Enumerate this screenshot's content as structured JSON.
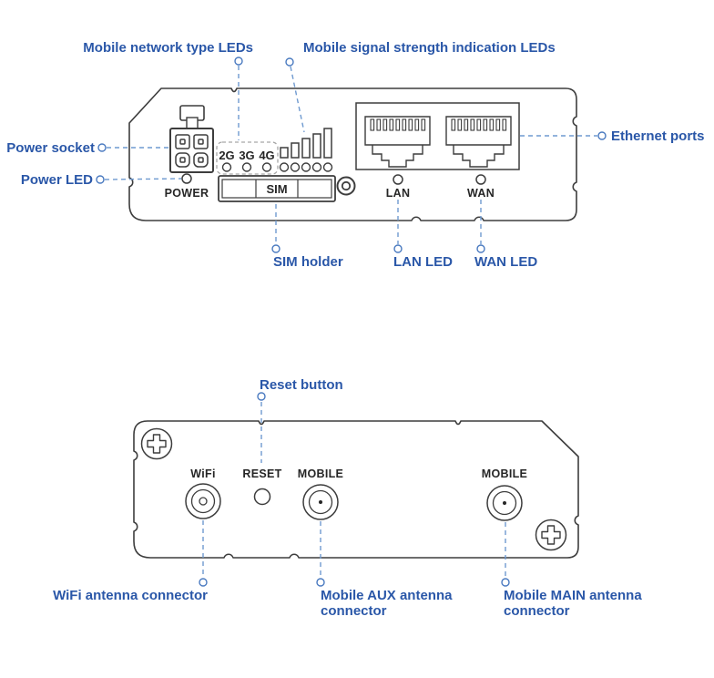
{
  "colors": {
    "callout_blue": "#2a57a8",
    "leader_blue": "#6f9ad0",
    "outline_gray": "#3d3d3d",
    "panel_text": "#262626",
    "led_box_dash": "#a6a6a6"
  },
  "front_panel": {
    "callouts": {
      "mobile_network_type": "Mobile network type LEDs",
      "mobile_signal_strength": "Mobile signal strength indication LEDs",
      "power_socket": "Power socket",
      "power_led": "Power LED",
      "ethernet_ports": "Ethernet ports",
      "sim_holder": "SIM holder",
      "lan_led": "LAN LED",
      "wan_led": "WAN LED"
    },
    "labels": {
      "power": "POWER",
      "sim": "SIM",
      "lan": "LAN",
      "wan": "WAN"
    },
    "network_types": [
      "2G",
      "3G",
      "4G"
    ],
    "signal_bars": 5,
    "signal_leds": 5
  },
  "back_panel": {
    "callouts": {
      "reset_button": "Reset button",
      "wifi_antenna": "WiFi antenna connector",
      "mobile_aux_line1": "Mobile AUX antenna",
      "mobile_aux_line2": "connector",
      "mobile_main_line1": "Mobile MAIN antenna",
      "mobile_main_line2": "connector"
    },
    "labels": {
      "wifi": "WiFi",
      "reset": "RESET",
      "mobile_aux": "MOBILE",
      "mobile_main": "MOBILE"
    }
  }
}
